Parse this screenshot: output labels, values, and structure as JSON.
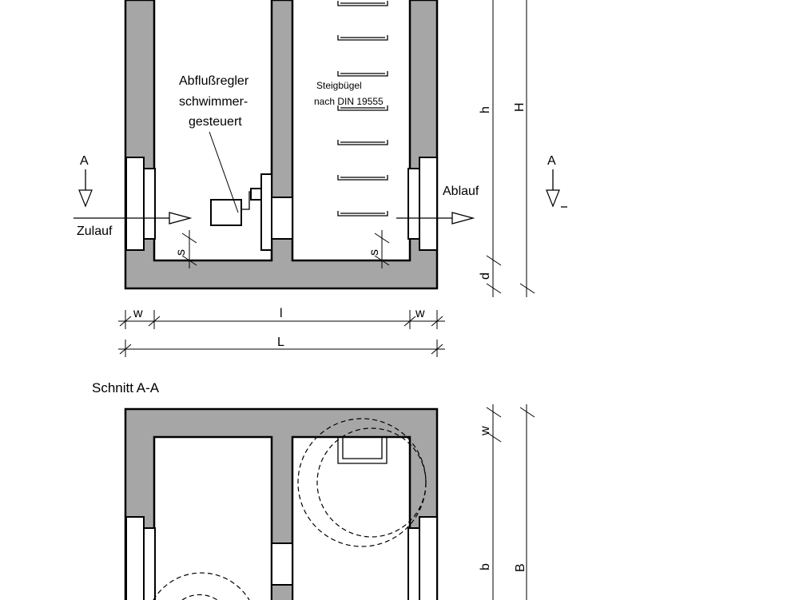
{
  "labels": {
    "regulator": [
      "Abflußregler",
      "schwimmer-",
      "gesteuert"
    ],
    "steps": [
      "Steigbügel",
      "nach DIN 19555"
    ],
    "inlet": "Zulauf",
    "outlet": "Ablauf",
    "section_mark": "A",
    "section_title": "Schnitt A-A"
  },
  "dimensions": {
    "h": "h",
    "H": "H",
    "d": "d",
    "s": "s",
    "w": "w",
    "l": "l",
    "L": "L",
    "b": "b",
    "B": "B"
  }
}
